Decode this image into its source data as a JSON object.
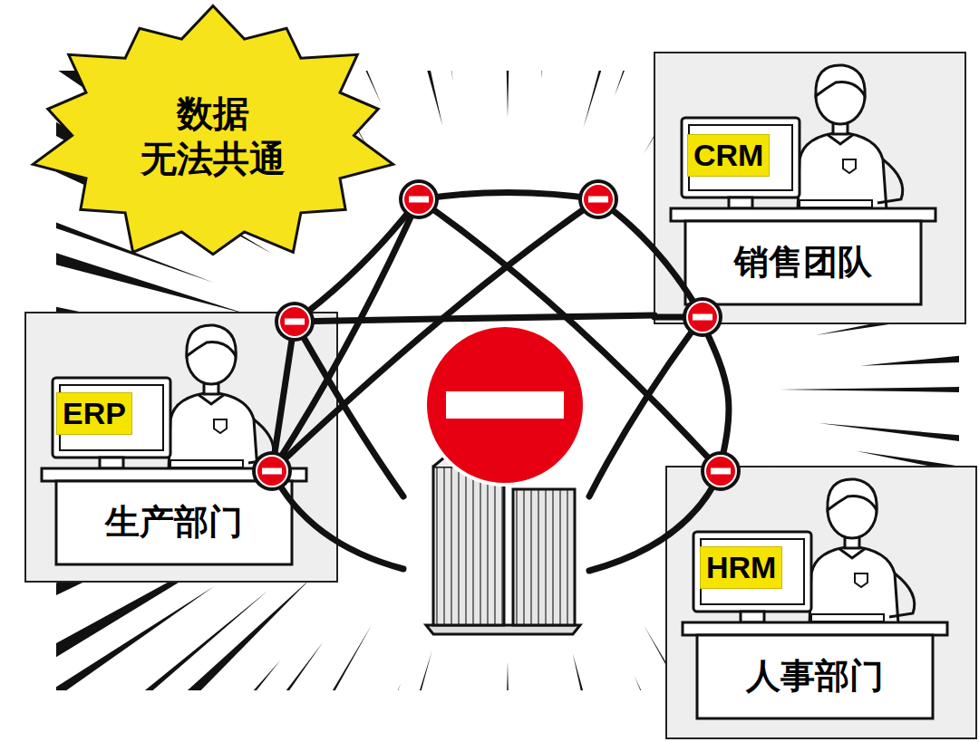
{
  "diagram": {
    "nodes": [
      {
        "text": [
          "数据 无法共通"
        ]
      },
      {
        "text": [
          "销售团队"
        ]
      },
      {
        "text": [
          "CRM"
        ],
        "in": 1
      },
      {
        "text": [
          "生产部门"
        ]
      },
      {
        "text": [
          "ERP"
        ],
        "in": 3
      },
      {
        "text": [
          "人事部门"
        ]
      },
      {
        "text": [
          "HRM"
        ],
        "in": 5
      }
    ],
    "edges": [
      {
        "from": 3,
        "to": 1,
        "arrow": "none"
      },
      {
        "from": 1,
        "to": 5,
        "arrow": "none"
      }
    ]
  }
}
